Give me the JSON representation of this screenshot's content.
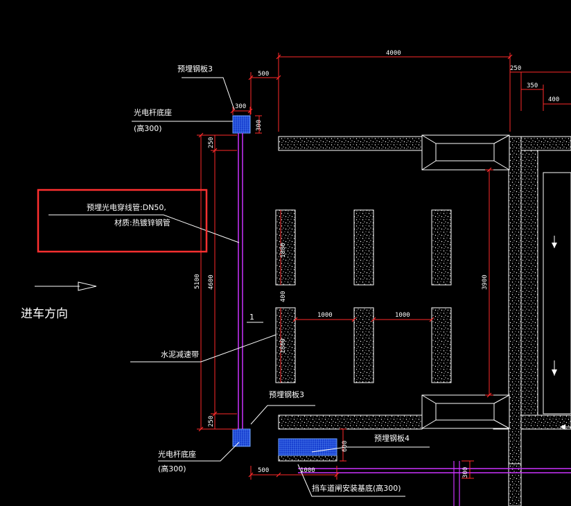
{
  "labels": {
    "embed_plate_top": "预埋钢板3",
    "photo_base_top_1": "光电杆底座",
    "photo_base_top_2": "(高300)",
    "conduit_1": "预埋光电穿线管:DN50,",
    "conduit_2": "材质:热镀锌钢管",
    "entry_direction": "进车方向",
    "section_mark": "1",
    "speed_bump": "水泥减速带",
    "embed_plate_bottom": "预埋钢板3",
    "embed_plate_4": "预埋钢板4",
    "photo_base_bottom_1": "光电杆底座",
    "photo_base_bottom_2": "(高300)",
    "barrier_base": "挡车道闸安装基底(高300)"
  },
  "dims": {
    "d4000": "4000",
    "d500_top": "500",
    "d300_h": "300",
    "d300_v": "300",
    "d250_top": "250",
    "d350": "350",
    "d400_top": "400",
    "d250_left_top": "250",
    "d5100": "5100",
    "d4600": "4600",
    "d250_left_bot": "250",
    "d1800_a": "1800",
    "d400_mid": "400",
    "d1800_b": "1800",
    "d1000_a": "1000",
    "d1000_b": "1000",
    "d3900": "3900",
    "d600": "600",
    "d500_bot": "500",
    "d1000_bot": "1000",
    "d300_bot": "300"
  },
  "colors": {
    "background": "#000000",
    "dimension": "#ff2a2a",
    "highlight_box": "#ff3030",
    "conduit": "#cc33ff",
    "plate": "#2266ff",
    "leader": "#ffffff"
  }
}
